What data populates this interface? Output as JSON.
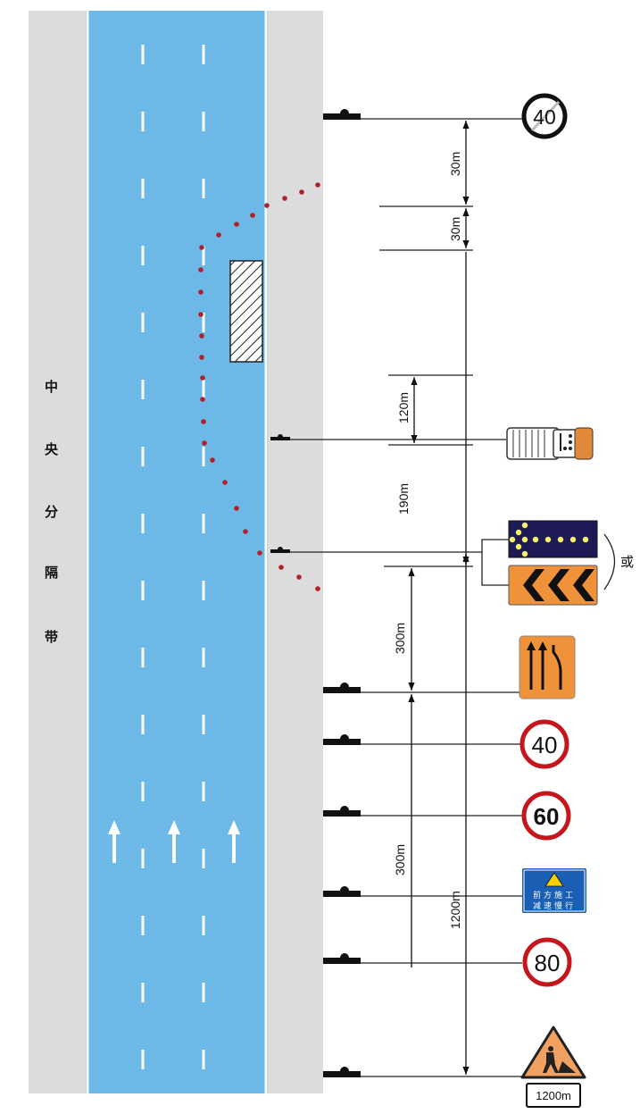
{
  "median_label": [
    "中",
    "央",
    "分",
    "隔",
    "带"
  ],
  "dimensions": {
    "d1": "30m",
    "d2": "30m",
    "d3": "120m",
    "d4": "190m",
    "d5": "300m",
    "d6": "300m",
    "total": "1200m"
  },
  "signs": {
    "end_limit": "40",
    "limit_40": "40",
    "limit_60": "60",
    "limit_80": "80",
    "info_line1": "前方施工",
    "info_line2": "减速慢行",
    "distance_plate": "1200m",
    "or_label": "或"
  },
  "colors": {
    "road": "#6cb8e6",
    "shoulder": "#dcdcdc",
    "cone": "#b3202a",
    "sign_red": "#c4161c",
    "sign_orange": "#f0923a",
    "sign_blue": "#1a5fb4"
  }
}
